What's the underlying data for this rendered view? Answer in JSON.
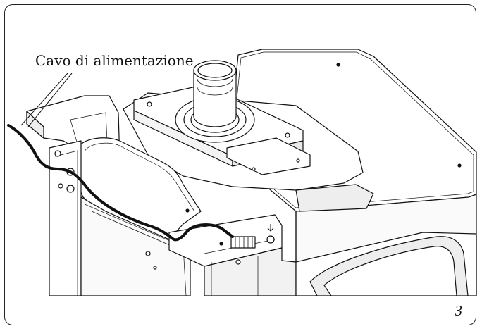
{
  "figure": {
    "callout_label": "Cavo di alimentazione",
    "page_number": "3"
  },
  "illustration": {
    "subject": "boiler-top-line-drawing",
    "colors": {
      "stroke": "#111111",
      "fill": "#ffffff",
      "shade": "#dddddd",
      "cable": "#111111"
    }
  }
}
